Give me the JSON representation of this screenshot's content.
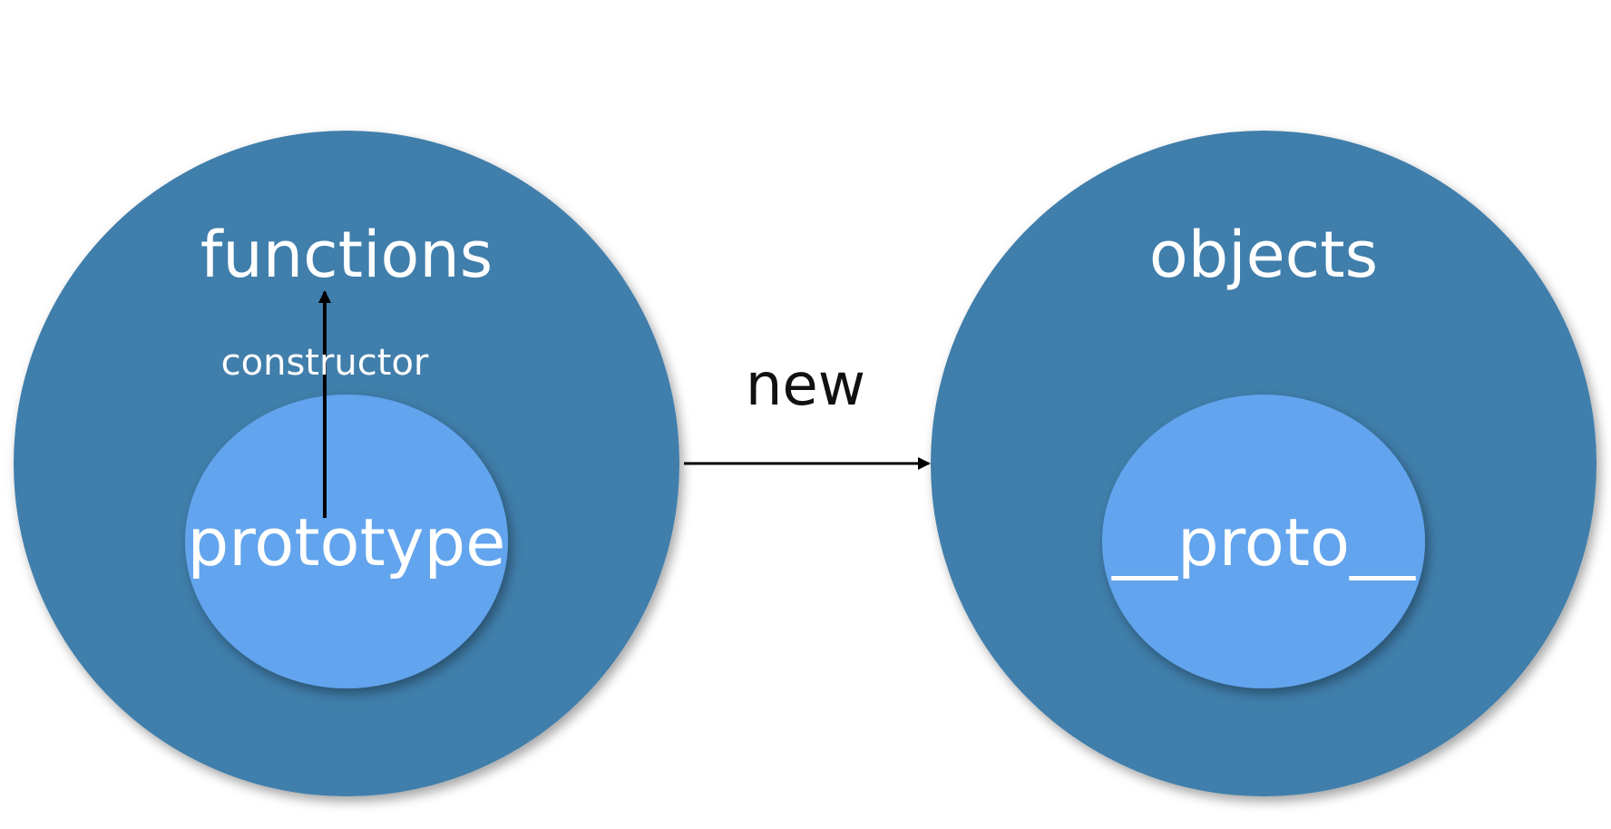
{
  "diagram": {
    "left_circle": {
      "title": "functions",
      "inner_label": "prototype",
      "link_label": "constructor"
    },
    "right_circle": {
      "title": "objects",
      "inner_label": "__proto__"
    },
    "connector_label": "new"
  },
  "colors": {
    "outer_circle": "#3f7eab",
    "inner_circle": "#62a4ed",
    "text_on_circle": "#ffffff",
    "arrow": "#000000",
    "background": "#ffffff"
  }
}
